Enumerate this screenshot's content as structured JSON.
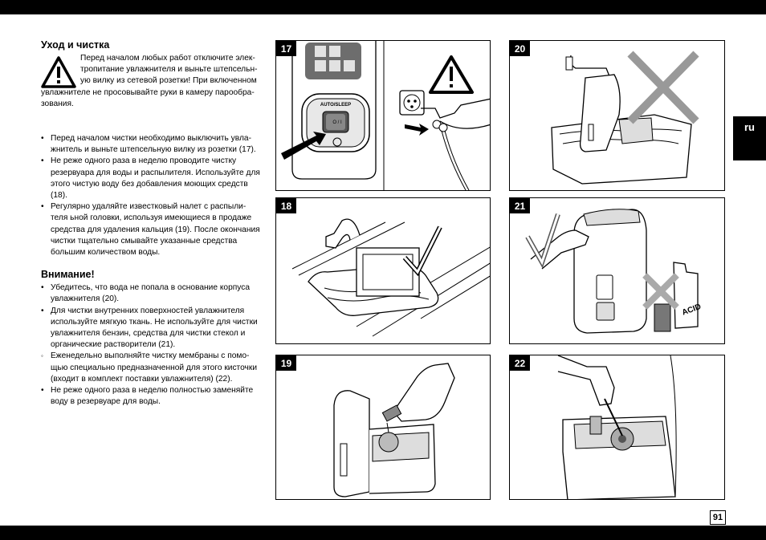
{
  "page": {
    "number": "91",
    "language_tab": "ru"
  },
  "section_title": "Уход и чистка",
  "warning": {
    "icon": "warning-triangle-icon",
    "lines": [
      "Перед началом любых работ отключите элек-",
      "тропитание увлажнителя и выньте штепсельн-",
      "ую вилку из сетевой розетки! При включенном"
    ],
    "tail": [
      "увлажнителе не просовывайте руки в камеру парообра-",
      "зования."
    ]
  },
  "bullets_1": [
    "Перед началом чистки необходимо выключить увла- жнитель и выньте штепсельную вилку из розетки (17).",
    "Не реже одного раза в неделю проводите чистку резервуара для воды и распылителя. Используйте для этого чистую воду без добавления моющих средств (18).",
    "Регулярно удаляйте известковый налет с распыли- теля ьной головки, используя имеющиеся в продаже средства для удаления кальция (19). После окончания чистки тщательно смывайте указанные средства большим количеством воды."
  ],
  "attention_title": "Внимание!",
  "bullets_2": [
    "Убедитесь, что вода не попала в основание корпуса увлажнителя (20).",
    "Для чистки внутренних поверхностей увлажнителя используйте мягкую ткань. Не используйте для чистки увлажнителя бензин, средства для чистки стекол и органические растворители (21).",
    "Еженедельно выполняйте чистку мембраны с помо- щью специально предназначенной для этого кисточки (входит в комплект поставки увлажнителя) (22).",
    "Не реже одного раза в неделю полностью заменяйте воду в резервуаре для воды."
  ],
  "figures": {
    "f17": {
      "number": "17",
      "button_label": "AUTO/SLEEP",
      "power_symbol": "O / I"
    },
    "f18": {
      "number": "18"
    },
    "f19": {
      "number": "19"
    },
    "f20": {
      "number": "20"
    },
    "f21": {
      "number": "21",
      "bottle_label": "ACID"
    },
    "f22": {
      "number": "22"
    }
  },
  "colors": {
    "band": "#000000",
    "line": "#000000",
    "background": "#ffffff"
  }
}
